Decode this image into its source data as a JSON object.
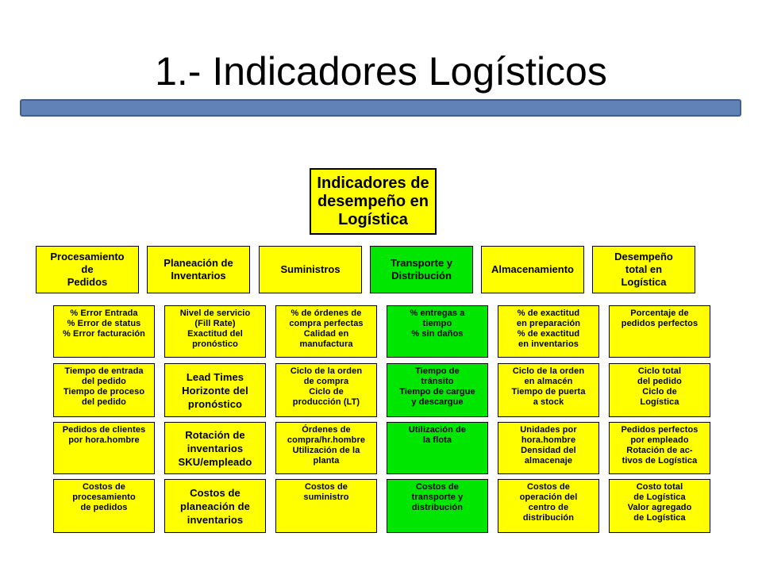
{
  "title": "1.- Indicadores Logísticos",
  "colors": {
    "accent_bar": "#6082b6",
    "box_yellow": "#ffff00",
    "box_green": "#00e600"
  },
  "root": "Indicadores de\ndesempeño en\nLogística",
  "columns": [
    {
      "category": "Procesamiento\nde\nPedidos",
      "color": "yellow",
      "indicators": [
        "% Error Entrada\n% Error de status\n% Error facturación",
        "Tiempo de entrada\ndel pedido\nTiempo de proceso\ndel pedido",
        "Pedidos de clientes\npor hora.hombre",
        "Costos de\nprocesamiento\nde pedidos"
      ]
    },
    {
      "category": "Planeación de\nInventarios",
      "color": "yellow",
      "indicators": [
        "Nivel de servicio\n(Fill Rate)\nExactitud del\npronóstico",
        "Lead Times\nHorizonte del\npronóstico",
        "Rotación de\ninventarios\nSKU/empleado",
        "Costos de\nplaneación de\ninventarios"
      ]
    },
    {
      "category": "Suministros",
      "color": "yellow",
      "indicators": [
        "% de órdenes de\ncompra perfectas\nCalidad en\nmanufactura",
        "Ciclo de la orden\nde compra\nCiclo de\nproducción (LT)",
        "Órdenes de\ncompra/hr.hombre\nUtilización de la\nplanta",
        "Costos de\nsuministro"
      ]
    },
    {
      "category": "Transporte y\nDistribución",
      "color": "green",
      "indicators": [
        "% entregas a\ntiempo\n% sin daños",
        "Tiempo de\ntránsito\nTiempo de cargue\ny descargue",
        "Utilización de\nla flota",
        "Costos de\ntransporte y\ndistribución"
      ]
    },
    {
      "category": "Almacenamiento",
      "color": "yellow",
      "indicators": [
        "% de exactitud\nen preparación\n% de exactitud\nen inventarios",
        "Ciclo de la orden\nen almacén\nTiempo de puerta\na stock",
        "Unidades por\nhora.hombre\nDensidad del\nalmacenaje",
        "Costos de\noperación del\ncentro de\ndistribución"
      ]
    },
    {
      "category": "Desempeño\ntotal en\nLogística",
      "color": "yellow",
      "indicators": [
        "Porcentaje de\npedidos perfectos",
        "Ciclo total\ndel pedido\nCiclo de\nLogística",
        "Pedidos perfectos\npor empleado\nRotación de ac-\ntivos de Logística",
        "Costo total\nde Logística\nValor agregado\nde Logística"
      ]
    }
  ]
}
